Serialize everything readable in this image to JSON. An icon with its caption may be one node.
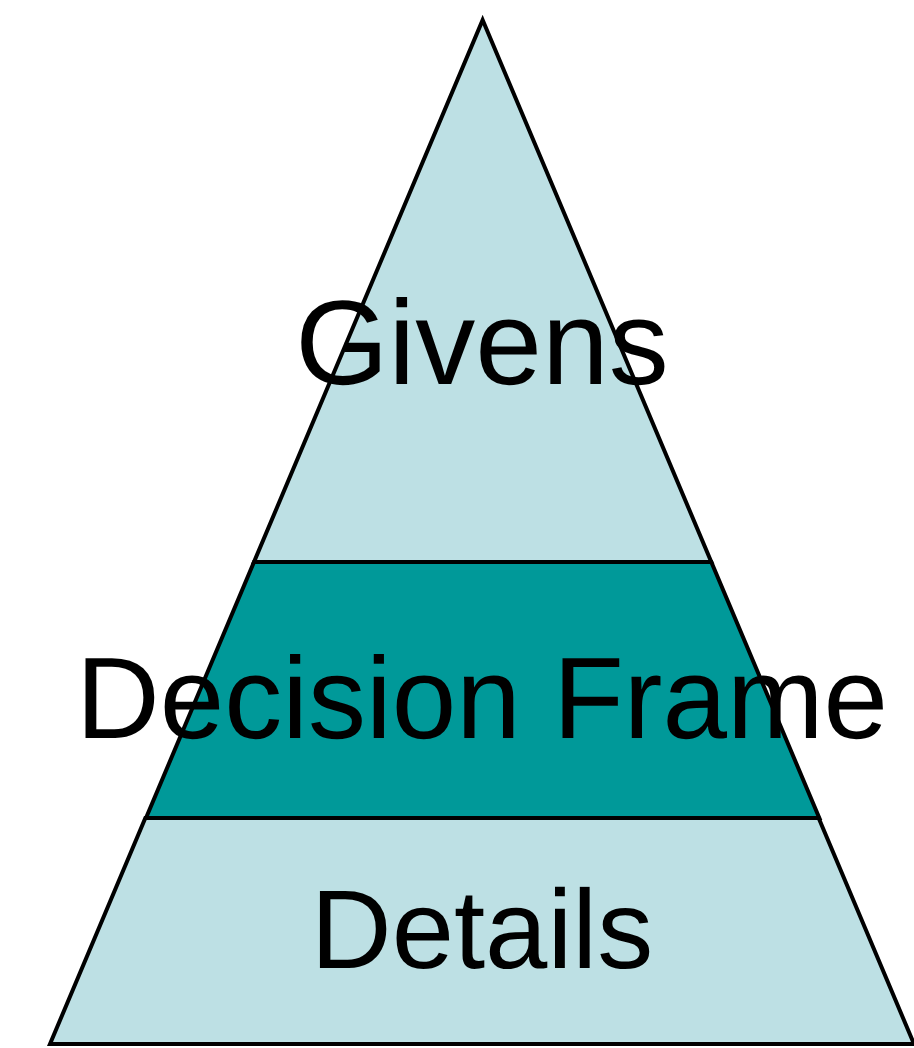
{
  "diagram": {
    "nodes": [
      {
        "text": [
          "Givens"
        ]
      },
      {
        "text": [
          "Decision Frame"
        ]
      },
      {
        "text": [
          "Details"
        ]
      }
    ]
  }
}
